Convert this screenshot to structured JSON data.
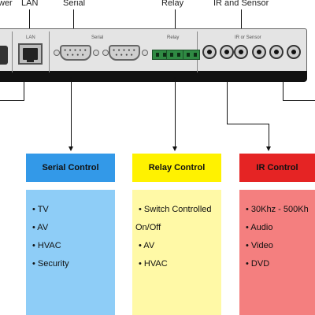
{
  "top_labels": {
    "power": "wer",
    "lan": "LAN",
    "serial": "Serial",
    "relay": "Relay",
    "ir_sensor": "IR and Sensor"
  },
  "panel_labels": {
    "lan": "LAN",
    "serial": "Serial",
    "relay": "Relay",
    "ir_sensor": "IR or Sensor"
  },
  "boxes": [
    {
      "title": "Serial Control",
      "header_color": "#3399e8",
      "body_color": "#8ecdf7",
      "items": [
        "• TV",
        "• AV",
        "• HVAC",
        "• Security"
      ]
    },
    {
      "title": "Relay Control",
      "header_color": "#fff200",
      "body_color": "#fff9a6",
      "items": [
        "• Switch Controlled",
        "On/Off",
        "• AV",
        "• HVAC"
      ]
    },
    {
      "title": "IR Control",
      "header_color": "#e52424",
      "body_color": "#f47f7f",
      "items": [
        "• 30Khz - 500Kh",
        "• Audio",
        "• Video",
        "• DVD"
      ]
    }
  ]
}
